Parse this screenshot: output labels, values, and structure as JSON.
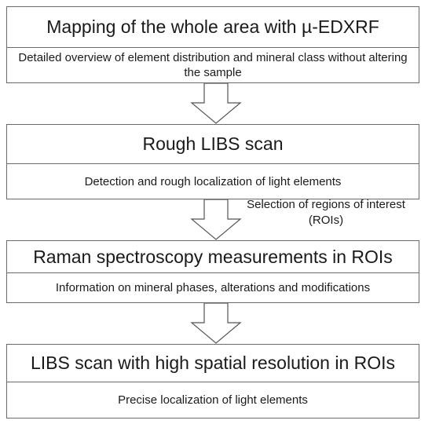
{
  "steps": [
    {
      "title": "Mapping of the whole area with µ-EDXRF",
      "description": "Detailed overview of element distribution and mineral class without altering the sample"
    },
    {
      "title": "Rough LIBS scan",
      "description": "Detection and rough localization of light elements"
    },
    {
      "title": "Raman spectroscopy measurements in ROIs",
      "description": "Information on mineral phases, alterations and modifications"
    },
    {
      "title": "LIBS scan with high spatial resolution in ROIs",
      "description": "Precise localization of light elements"
    }
  ],
  "arrow_note": {
    "line1": "Selection of regions of interest",
    "line2": "(ROIs)"
  },
  "colors": {
    "border": "#6b6b6b",
    "text": "#1a1a1a",
    "arrow_fill": "#ffffff"
  }
}
